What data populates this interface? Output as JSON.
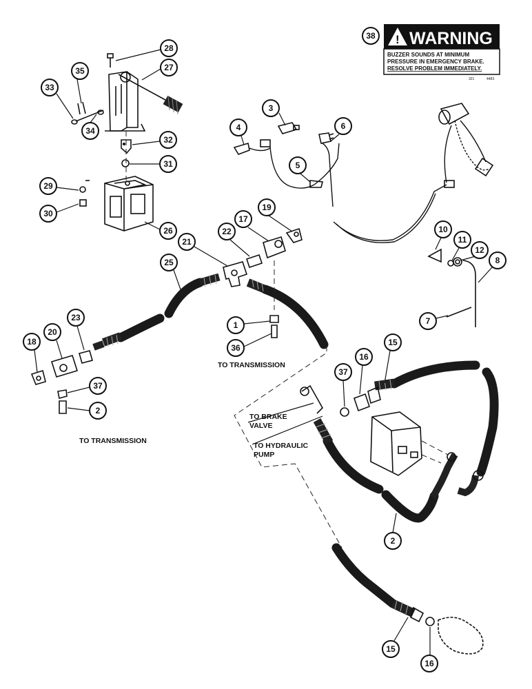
{
  "diagram": {
    "callouts": [
      "38",
      "28",
      "27",
      "35",
      "33",
      "34",
      "32",
      "31",
      "29",
      "30",
      "26",
      "3",
      "4",
      "6",
      "5",
      "19",
      "17",
      "22",
      "21",
      "25",
      "10",
      "11",
      "12",
      "8",
      "7",
      "23",
      "20",
      "18",
      "1",
      "36",
      "37",
      "2",
      "15",
      "16"
    ],
    "warning_label": {
      "title": "WARNING",
      "line1": "BUZZER SOUNDS AT MINIMUM",
      "line2": "PRESSURE IN EMERGENCY BRAKE.",
      "line3": "RESOLVE PROBLEM IMMEDIATELY.",
      "code_left": "321",
      "code_right": "4483"
    },
    "labels": {
      "to_transmission_upper": "TO TRANSMISSION",
      "to_transmission_lower": "TO TRANSMISSION",
      "to_brake_valve_line1": "TO BRAKE",
      "to_brake_valve_line2": "VALVE",
      "to_hydraulic_pump_line1": "TO HYDRAULIC",
      "to_hydraulic_pump_line2": "PUMP"
    }
  }
}
